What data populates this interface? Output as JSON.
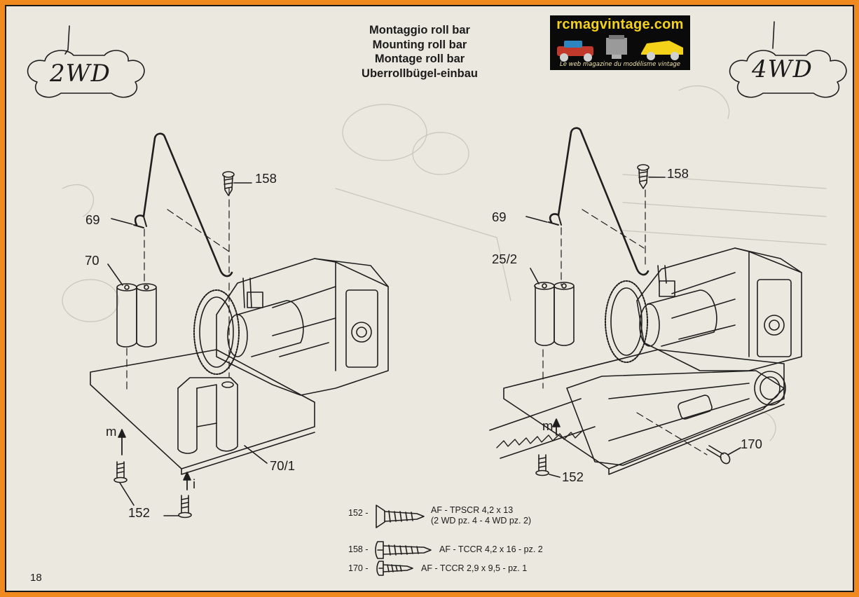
{
  "heading": {
    "line_it": "Montaggio roll bar",
    "line_en": "Mounting roll bar",
    "line_fr": "Montage roll bar",
    "line_de": "Uberrollbügel-einbau"
  },
  "watermark": {
    "title": "rcmagvintage.com",
    "subtitle": "Le web magazine du modélisme vintage"
  },
  "badges": {
    "left": "2WD",
    "right": "4WD"
  },
  "callouts_left": {
    "screw_top": "158",
    "rod": "69",
    "post": "70",
    "bracket": "70/1",
    "screw_bottom": "152",
    "marker_m": "m",
    "marker_i": "i"
  },
  "callouts_right": {
    "screw_top": "158",
    "rod": "69",
    "post": "25/2",
    "screw_side": "170",
    "screw_bottom": "152",
    "marker_m": "m"
  },
  "parts_legend": [
    {
      "code": "152 -",
      "desc_1": "AF - TPSCR 4,2 x 13",
      "desc_2": "(2 WD pz. 4 - 4 WD pz. 2)",
      "icon": "countersunk-screw-icon"
    },
    {
      "code": "158 -",
      "desc_1": "AF - TCCR 4,2 x 16 - pz. 2",
      "desc_2": "",
      "icon": "cheese-head-screw-icon"
    },
    {
      "code": "170 -",
      "desc_1": "AF - TCCR 2,9 x 9,5 - pz. 1",
      "desc_2": "",
      "icon": "small-screw-icon"
    }
  ],
  "page_number": "18",
  "colors": {
    "frame": "#f08a1e",
    "paper": "#ebe8df",
    "ink": "#1b1b1b",
    "logo_bg": "#0a0a0a",
    "logo_title": "#f5d21a"
  }
}
